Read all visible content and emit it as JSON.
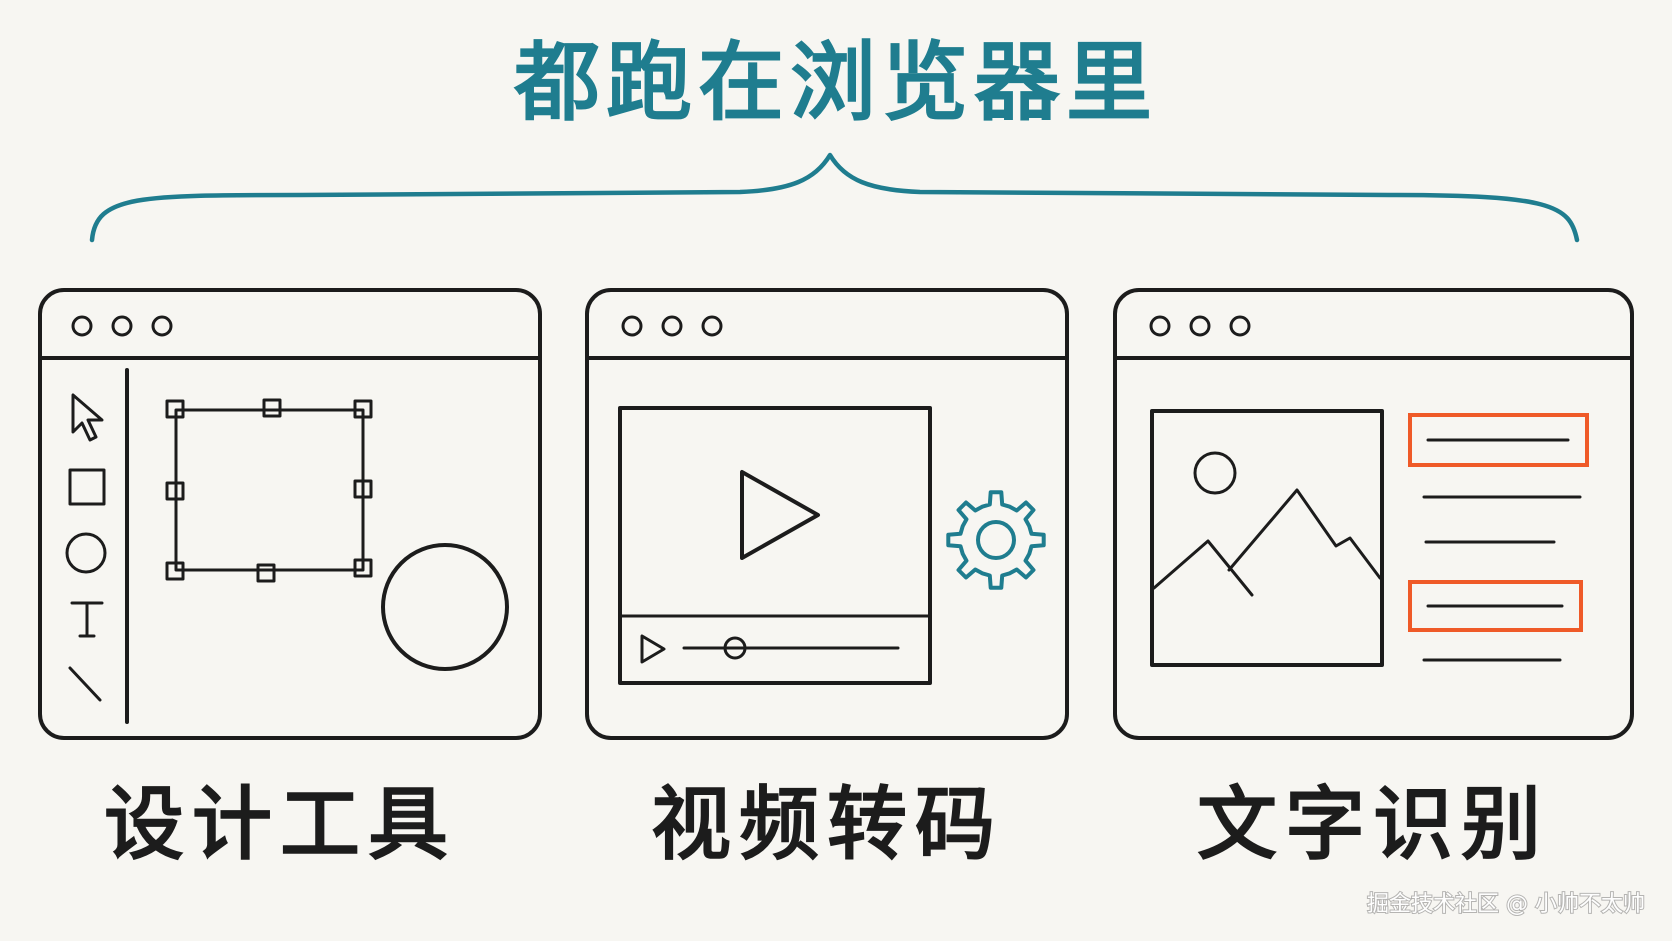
{
  "title": "都跑在浏览器里",
  "panels": [
    {
      "caption": "设计工具"
    },
    {
      "caption": "视频转码"
    },
    {
      "caption": "文字识别"
    }
  ],
  "watermark": "掘金技术社区 @ 小帅不太帅",
  "colors": {
    "background": "#f7f6f2",
    "ink": "#1c1c1c",
    "teal": "#1f7d8f",
    "orange": "#ef5a28"
  },
  "icons": [
    "window-dots-icon",
    "pointer-icon",
    "square-tool-icon",
    "circle-tool-icon",
    "text-tool-icon",
    "line-tool-icon",
    "play-icon",
    "gear-icon",
    "image-icon",
    "sun-icon",
    "mountain-icon"
  ]
}
